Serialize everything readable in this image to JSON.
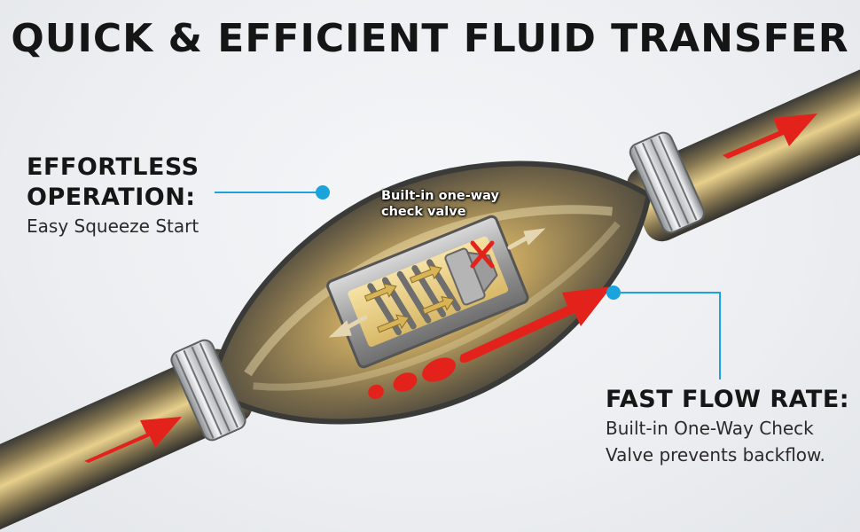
{
  "headline": "QUICK & EFFICIENT FLUID TRANSFER",
  "callouts": {
    "left": {
      "title_line1": "EFFORTLESS",
      "title_line2": "OPERATION:",
      "body": "Easy Squeeze Start"
    },
    "right": {
      "title": "FAST FLOW RATE:",
      "body_line1": "Built-in One-Way Check",
      "body_line2": "Valve prevents backflow."
    }
  },
  "valve_label": {
    "line1": "Built-in one-way",
    "line2": "check valve"
  },
  "colors": {
    "accent_blue": "#1aa3dd",
    "flow_red": "#e3231b",
    "fuel_gold": "#c8a55a",
    "bulb_dark": "#4a4a48"
  },
  "icons": [
    "flow-arrow-icon",
    "block-x-icon",
    "leader-dot-icon"
  ]
}
